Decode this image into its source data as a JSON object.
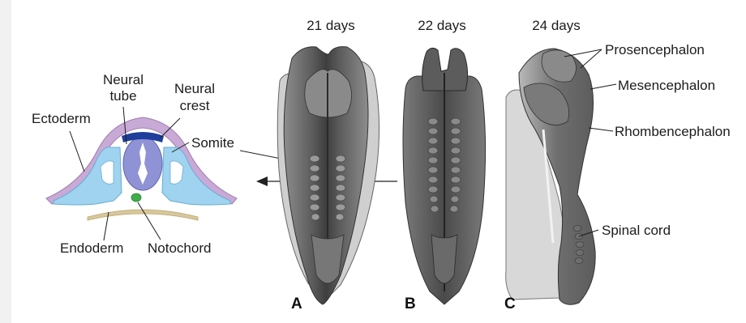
{
  "days": {
    "a": "21 days",
    "b": "22 days",
    "c": "24 days"
  },
  "panels": {
    "a": "A",
    "b": "B",
    "c": "C"
  },
  "cross_section": {
    "neural_tube_1": "Neural",
    "neural_tube_2": "tube",
    "neural_crest_1": "Neural",
    "neural_crest_2": "crest",
    "ectoderm": "Ectoderm",
    "somite": "Somite",
    "endoderm": "Endoderm",
    "notochord": "Notochord"
  },
  "brain": {
    "prosencephalon": "Prosencephalon",
    "mesencephalon": "Mesencephalon",
    "rhombencephalon": "Rhombencephalon",
    "spinal_cord": "Spinal cord"
  },
  "colors": {
    "ectoderm": "#c9a9d6",
    "somite": "#9fd3ef",
    "neural_tube": "#8f93d6",
    "neural_crest": "#1f3e9b",
    "notochord": "#3fae49",
    "endoderm": "#d8c79a"
  }
}
